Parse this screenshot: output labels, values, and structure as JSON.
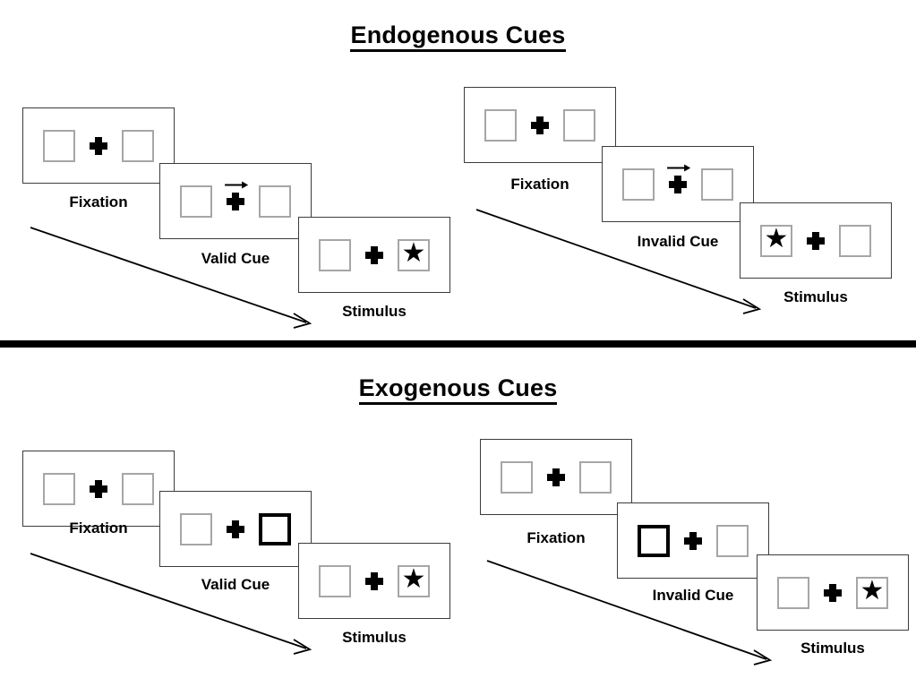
{
  "sections": [
    {
      "id": "endogenous",
      "title": "Endogenous Cues",
      "groups": [
        {
          "id": "endogenous-valid",
          "frames": [
            {
              "label": "Fixation",
              "cue": "none",
              "left": "empty",
              "right": "empty",
              "arrow": "none"
            },
            {
              "label": "Valid Cue",
              "cue": "arrow",
              "left": "empty",
              "right": "empty",
              "arrow": "right"
            },
            {
              "label": "Stimulus",
              "cue": "none",
              "left": "empty",
              "right": "star",
              "arrow": "none"
            }
          ]
        },
        {
          "id": "endogenous-invalid",
          "frames": [
            {
              "label": "Fixation",
              "cue": "none",
              "left": "empty",
              "right": "empty",
              "arrow": "none"
            },
            {
              "label": "Invalid Cue",
              "cue": "arrow",
              "left": "empty",
              "right": "empty",
              "arrow": "right"
            },
            {
              "label": "Stimulus",
              "cue": "none",
              "left": "star",
              "right": "empty",
              "arrow": "none"
            }
          ]
        }
      ]
    },
    {
      "id": "exogenous",
      "title": "Exogenous Cues",
      "groups": [
        {
          "id": "exogenous-valid",
          "frames": [
            {
              "label": "Fixation",
              "cue": "none",
              "left": "empty",
              "right": "empty",
              "arrow": "none"
            },
            {
              "label": "Valid Cue",
              "cue": "box",
              "left": "empty",
              "right": "cued",
              "arrow": "none"
            },
            {
              "label": "Stimulus",
              "cue": "none",
              "left": "empty",
              "right": "star",
              "arrow": "none"
            }
          ]
        },
        {
          "id": "exogenous-invalid",
          "frames": [
            {
              "label": "Fixation",
              "cue": "none",
              "left": "empty",
              "right": "empty",
              "arrow": "none"
            },
            {
              "label": "Invalid Cue",
              "cue": "box",
              "left": "cued",
              "right": "empty",
              "arrow": "none"
            },
            {
              "label": "Stimulus",
              "cue": "none",
              "left": "empty",
              "right": "star",
              "arrow": "none"
            }
          ]
        }
      ]
    }
  ],
  "icons": {
    "star": "★",
    "fixation_cross": "fixation-cross-icon",
    "cue_arrow": "arrow-right-icon",
    "time_arrow": "time-progression-arrow-icon"
  },
  "colors": {
    "box_border": "#a6a6a6",
    "cued_box_border": "#000000",
    "panel_border": "#3c3c3c",
    "divider": "#000000",
    "text": "#000000",
    "background": "#ffffff"
  }
}
